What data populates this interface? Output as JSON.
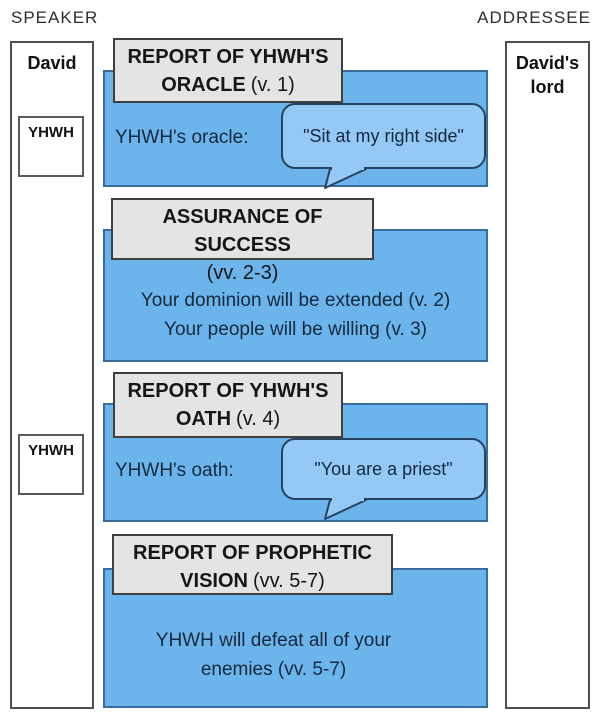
{
  "top_labels": {
    "speaker": "SPEAKER",
    "addressee": "ADDRESSEE"
  },
  "columns": {
    "speaker": {
      "title": "David",
      "tags": [
        "YHWH",
        "YHWH"
      ]
    },
    "addressee": {
      "title": "David's lord"
    }
  },
  "sections": [
    {
      "header_line1": "REPORT OF YHWH'S",
      "header_line2_bold": "ORACLE",
      "header_line2_normal": "(v. 1)",
      "label": "YHWH's oracle:",
      "bubble": "\"Sit at my right side\""
    },
    {
      "header_line1": "ASSURANCE OF SUCCESS",
      "header_line2_bold": "",
      "header_line2_normal": "(vv. 2-3)",
      "body_line1": "Your dominion will be extended (v. 2)",
      "body_line2": "Your people will be willing (v. 3)"
    },
    {
      "header_line1": "REPORT OF YHWH'S",
      "header_line2_bold": "OATH",
      "header_line2_normal": "(v. 4)",
      "label": "YHWH's oath:",
      "bubble": "\"You are a priest\""
    },
    {
      "header_line1": "REPORT OF PROPHETIC",
      "header_line2_bold": "VISION",
      "header_line2_normal": "(vv. 5-7)",
      "body_line1": "YHWH will defeat all of your",
      "body_line2": "enemies (vv. 5-7)"
    }
  ],
  "colors": {
    "box_blue": "#6cb5ec",
    "bubble_blue": "#93c9f4",
    "header_gray": "#e4e4e4",
    "border_dark": "#3f3f3f"
  }
}
